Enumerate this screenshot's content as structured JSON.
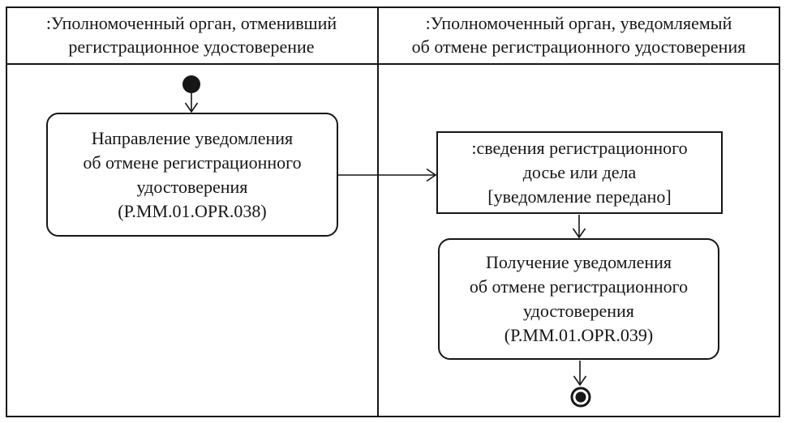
{
  "diagram": {
    "type": "uml-activity-swimlanes",
    "lanes": [
      {
        "title": ":Уполномоченный орган, отменивший\nрегистрационное удостоверение"
      },
      {
        "title": ":Уполномоченный орган, уведомляемый\nоб отмене регистрационного удостоверения"
      }
    ],
    "nodes": {
      "initial": {
        "kind": "initial-node",
        "lane": 0
      },
      "action_send": {
        "kind": "action",
        "lane": 0,
        "label": "Направление уведомления\nоб отмене регистрационного\nудостоверения\n(P.MM.01.OPR.038)"
      },
      "object_dossier": {
        "kind": "object",
        "lane": 1,
        "label": ":сведения регистрационного\nдосье или дела\n[уведомление передано]"
      },
      "action_receive": {
        "kind": "action",
        "lane": 1,
        "label": "Получение уведомления\nоб отмене регистрационного\nудостоверения\n(P.MM.01.OPR.039)"
      },
      "final": {
        "kind": "final-node",
        "lane": 1
      }
    },
    "flows": [
      {
        "from": "initial",
        "to": "action_send"
      },
      {
        "from": "action_send",
        "to": "object_dossier"
      },
      {
        "from": "object_dossier",
        "to": "action_receive"
      },
      {
        "from": "action_receive",
        "to": "final"
      }
    ],
    "colors": {
      "line": "#161616",
      "background": "#ffffff",
      "text": "#161616"
    }
  }
}
